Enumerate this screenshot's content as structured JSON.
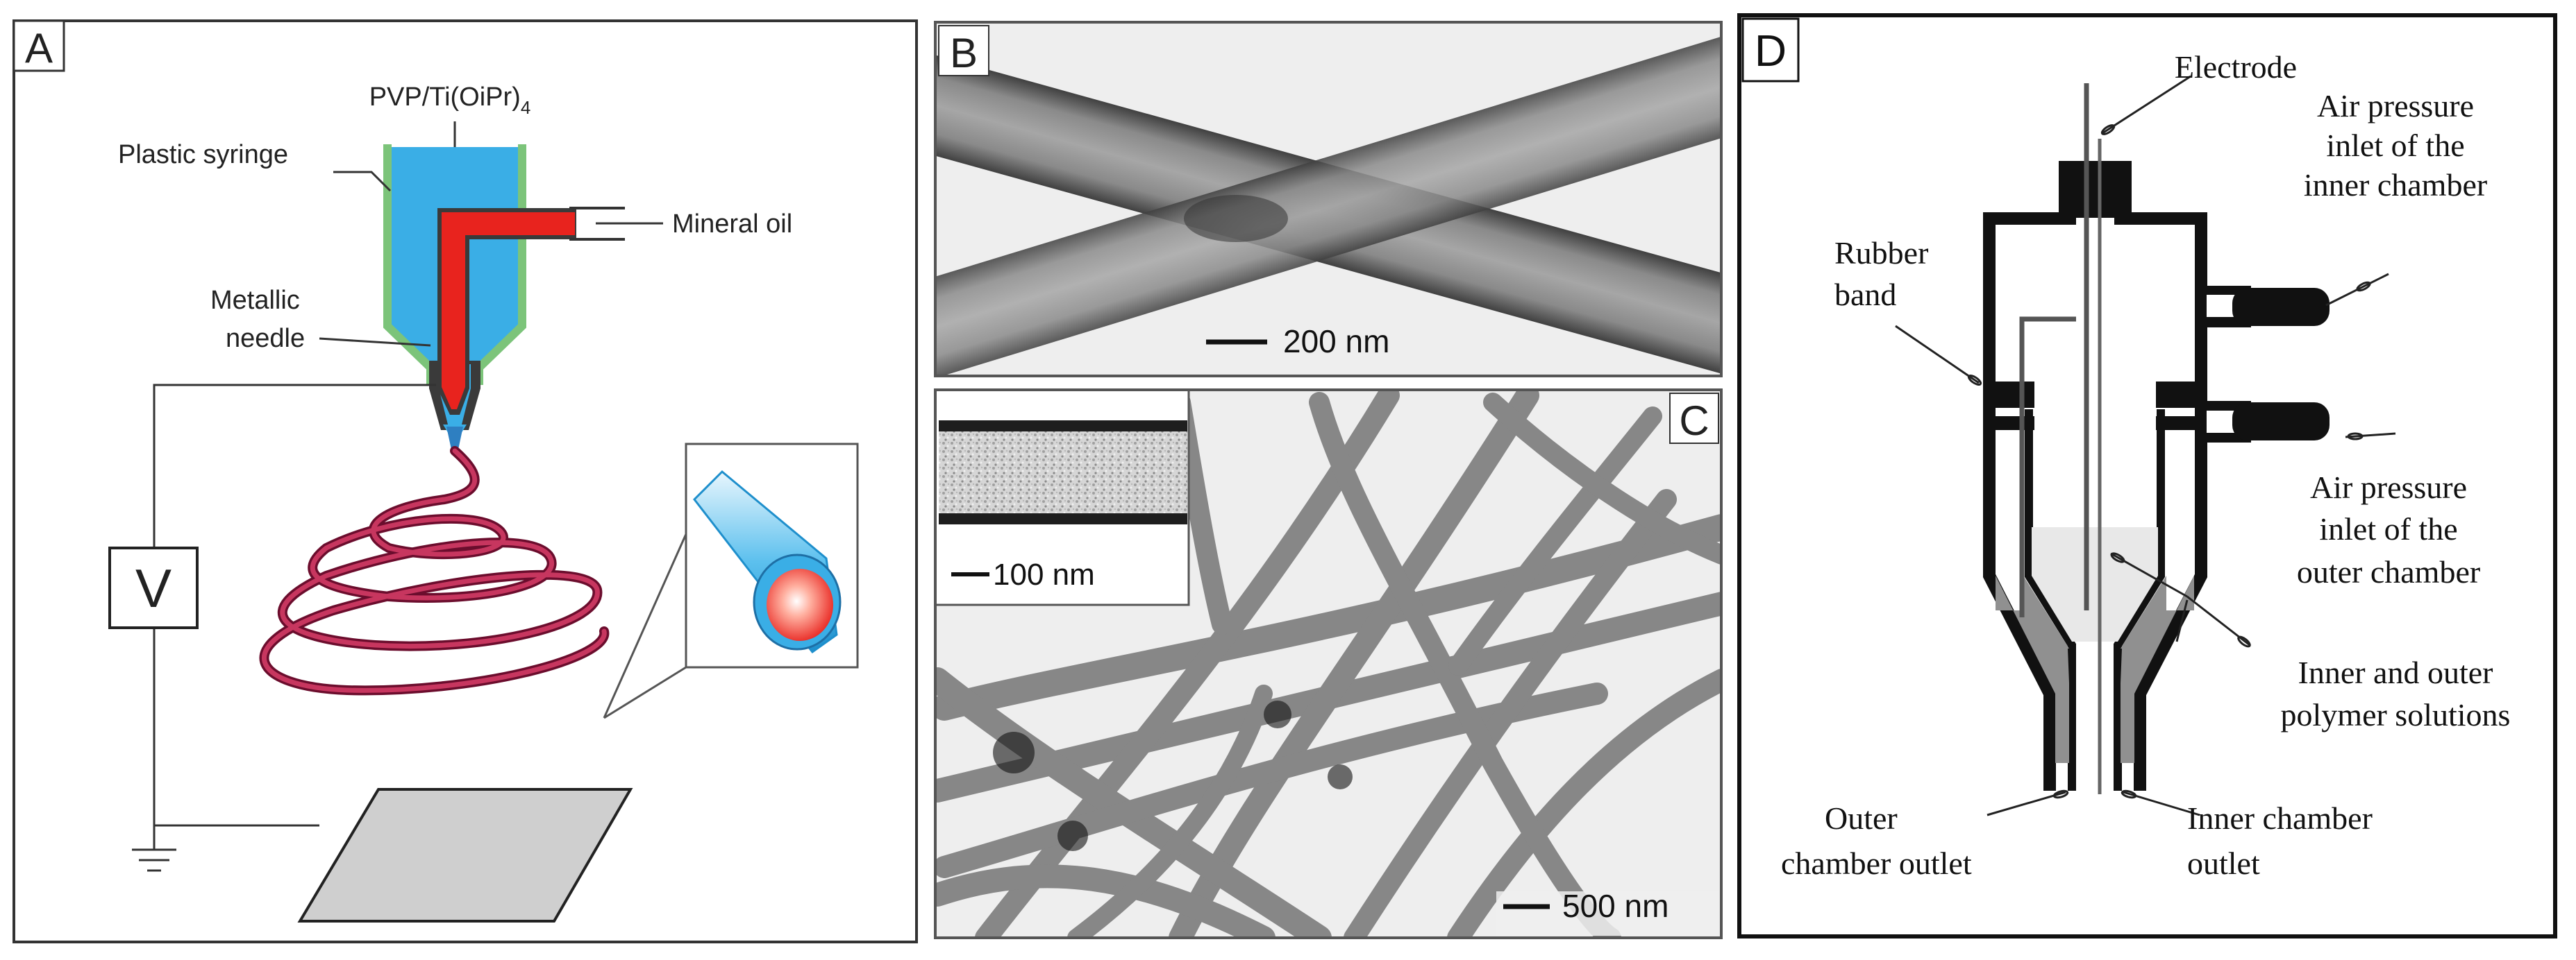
{
  "panel_a": {
    "letter": "A",
    "solution_main": "PVP/Ti(OiPr)",
    "solution_sub": "4",
    "syringe_label": "Plastic syringe",
    "oil_label": "Mineral oil",
    "needle_line1": "Metallic",
    "needle_line2": "needle",
    "voltage_label": "V"
  },
  "panel_b": {
    "letter": "B",
    "scale_label": "200 nm"
  },
  "panel_c": {
    "letter": "C",
    "inset_scale_label": "100 nm",
    "scale_label": "500 nm"
  },
  "panel_d": {
    "letter": "D",
    "electrode_label": "Electrode",
    "inner_inlet_lines": [
      "Air pressure",
      "inlet of the",
      "inner chamber"
    ],
    "rubber_band_lines": [
      "Rubber",
      "band"
    ],
    "outer_inlet_lines": [
      "Air pressure",
      "inlet of the",
      "outer chamber"
    ],
    "solutions_lines": [
      "Inner and outer",
      "polymer solutions"
    ],
    "outer_outlet_lines": [
      "Outer",
      "chamber outlet"
    ],
    "inner_outlet_lines": [
      "Inner chamber",
      "outlet"
    ]
  },
  "colors": {
    "syringe_blue": "#3aaee6",
    "syringe_rim": "#7cc47a",
    "oil_red": "#e8231e",
    "fiber_crimson": "#a8224a",
    "collector_gray": "#cfcfcf",
    "tem_background": "#eeeeee",
    "solution_gray": "#909090"
  }
}
